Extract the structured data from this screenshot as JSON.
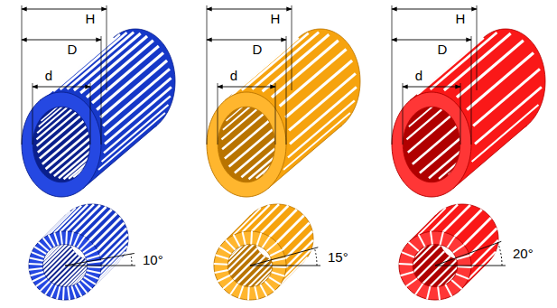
{
  "diagram": {
    "labels": [
      "H",
      "D",
      "d",
      "H",
      "D",
      "d",
      "H",
      "D",
      "d",
      "10°",
      "15°",
      "20°"
    ]
  }
}
